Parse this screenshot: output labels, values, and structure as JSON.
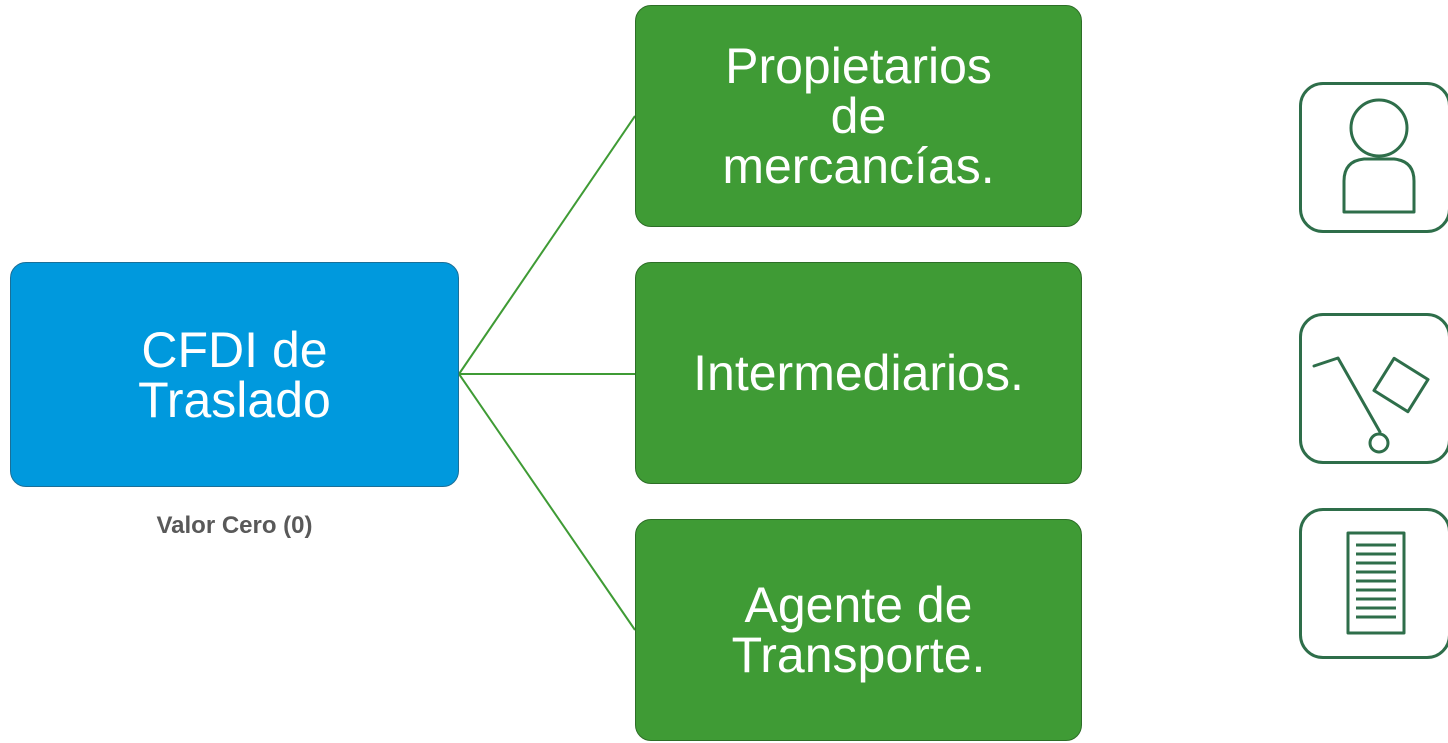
{
  "diagram": {
    "root": {
      "label": "CFDI de\nTraslado",
      "caption": "Valor Cero (0)",
      "color": "#0099dd"
    },
    "branches": [
      {
        "label": "Propietarios\nde\nmercancías.",
        "icon": "person-icon"
      },
      {
        "label": "Intermediarios.",
        "icon": "hand-truck-icon"
      },
      {
        "label": "Agente de\nTransporte.",
        "icon": "document-icon"
      }
    ],
    "branch_color": "#3f9b35",
    "connector_color": "#3f9b35",
    "icon_color": "#2e6e4a"
  }
}
